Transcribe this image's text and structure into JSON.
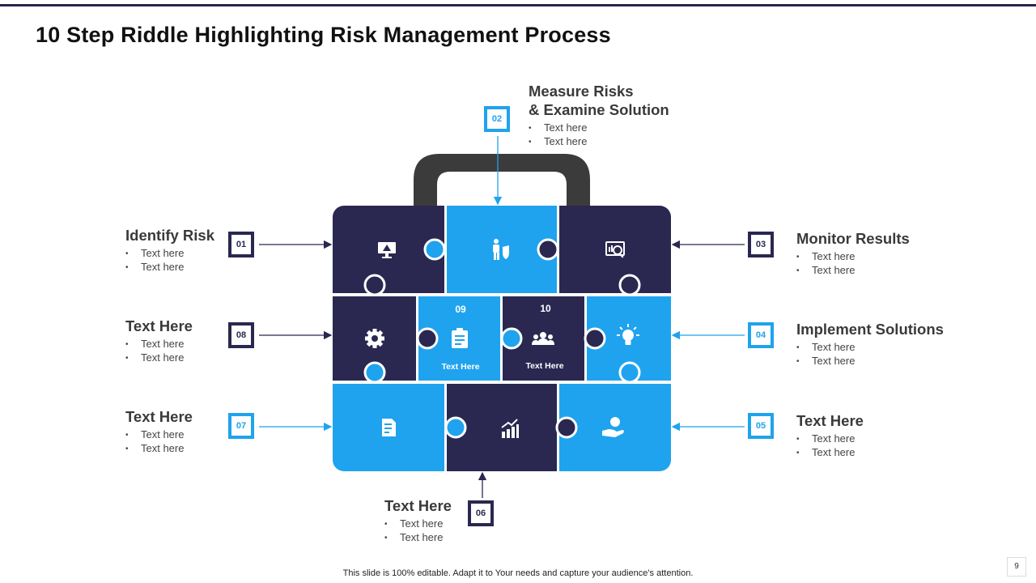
{
  "title": "10 Step Riddle Highlighting Risk Management Process",
  "colors": {
    "dark": "#2a2850",
    "blue": "#1fa3ee",
    "handle": "#3b3b3b"
  },
  "steps": [
    {
      "num": "01",
      "heading": "Identify Risk",
      "bullets": [
        "Text here",
        "Text here"
      ]
    },
    {
      "num": "02",
      "heading_line1": "Measure Risks",
      "heading_line2": "& Examine Solution",
      "bullets": [
        "Text here",
        "Text here"
      ]
    },
    {
      "num": "03",
      "heading": "Monitor Results",
      "bullets": [
        "Text here",
        "Text here"
      ]
    },
    {
      "num": "04",
      "heading": "Implement Solutions",
      "bullets": [
        "Text here",
        "Text here"
      ]
    },
    {
      "num": "05",
      "heading": "Text Here",
      "bullets": [
        "Text here",
        "Text here"
      ]
    },
    {
      "num": "06",
      "heading": "Text Here",
      "bullets": [
        "Text here",
        "Text here"
      ]
    },
    {
      "num": "07",
      "heading": "Text Here",
      "bullets": [
        "Text here",
        "Text here"
      ]
    },
    {
      "num": "08",
      "heading": "Text Here",
      "bullets": [
        "Text here",
        "Text here"
      ]
    }
  ],
  "inner": [
    {
      "num": "09",
      "label": "Text Here"
    },
    {
      "num": "10",
      "label": "Text Here"
    }
  ],
  "icons": [
    "warning-monitor-icon",
    "person-shield-icon",
    "analytics-search-icon",
    "gear-icon",
    "clipboard-icon",
    "team-icon",
    "lightbulb-icon",
    "document-edit-icon",
    "growth-chart-icon",
    "money-hand-icon"
  ],
  "footer": "This slide is 100% editable. Adapt it to Your needs and capture your audience’s attention.",
  "page_number": "9"
}
